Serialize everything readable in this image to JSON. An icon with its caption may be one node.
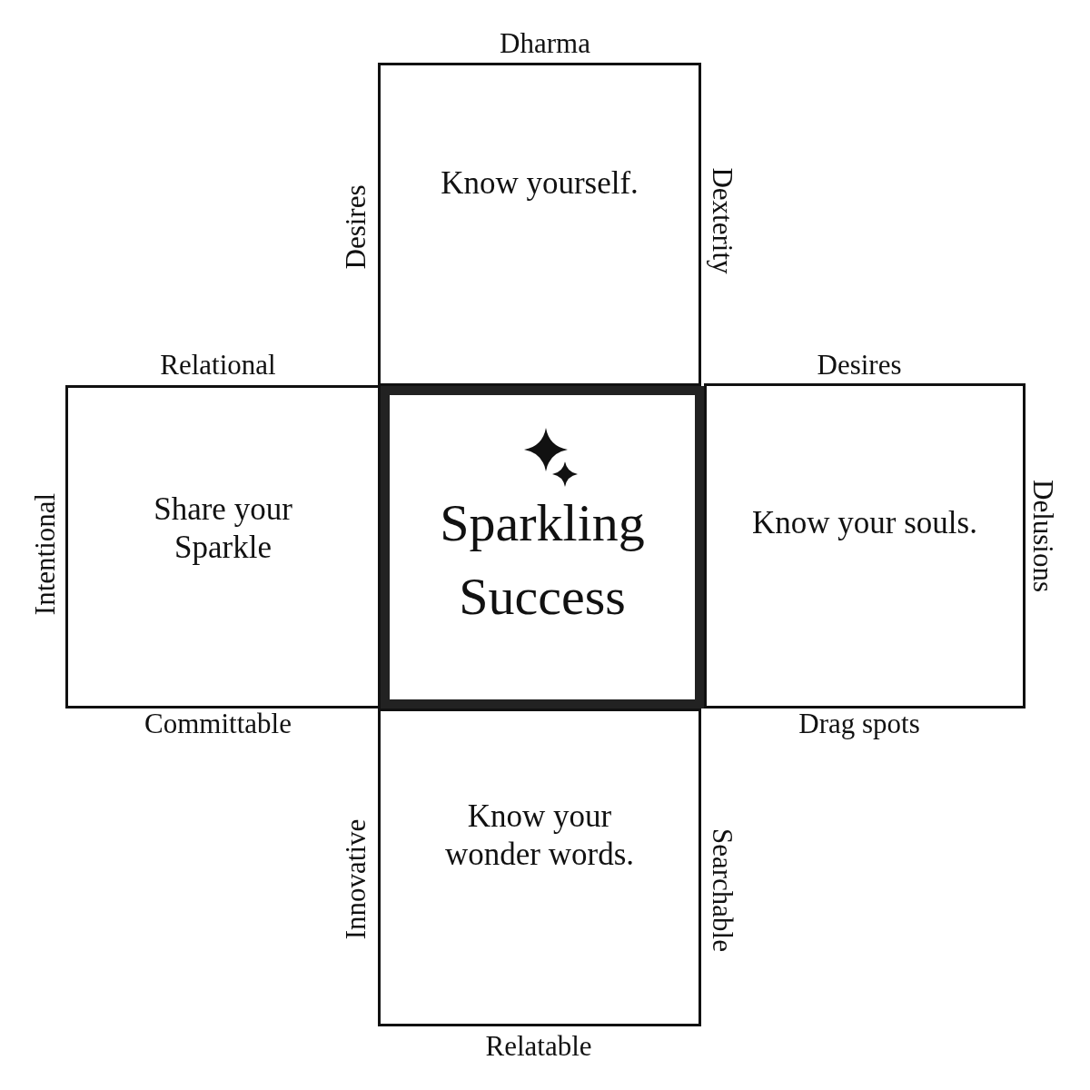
{
  "diagram": {
    "nodes": [
      {
        "text": [
          "Know yourself."
        ],
        "beside": [
          "Dharma",
          "Desires",
          "Dexterity"
        ]
      },
      {
        "text": [
          "Share your Sparkle"
        ],
        "beside": [
          "Relational",
          "Intentional",
          "Committable"
        ]
      },
      {
        "text": [
          "Sparkling Success"
        ]
      },
      {
        "text": [
          "Know your souls."
        ],
        "beside": [
          "Desires",
          "Delusions",
          "Drag spots"
        ]
      },
      {
        "text": [
          "Know your wonder words."
        ],
        "beside": [
          "Innovative",
          "Searchable",
          "Relatable"
        ]
      }
    ]
  }
}
